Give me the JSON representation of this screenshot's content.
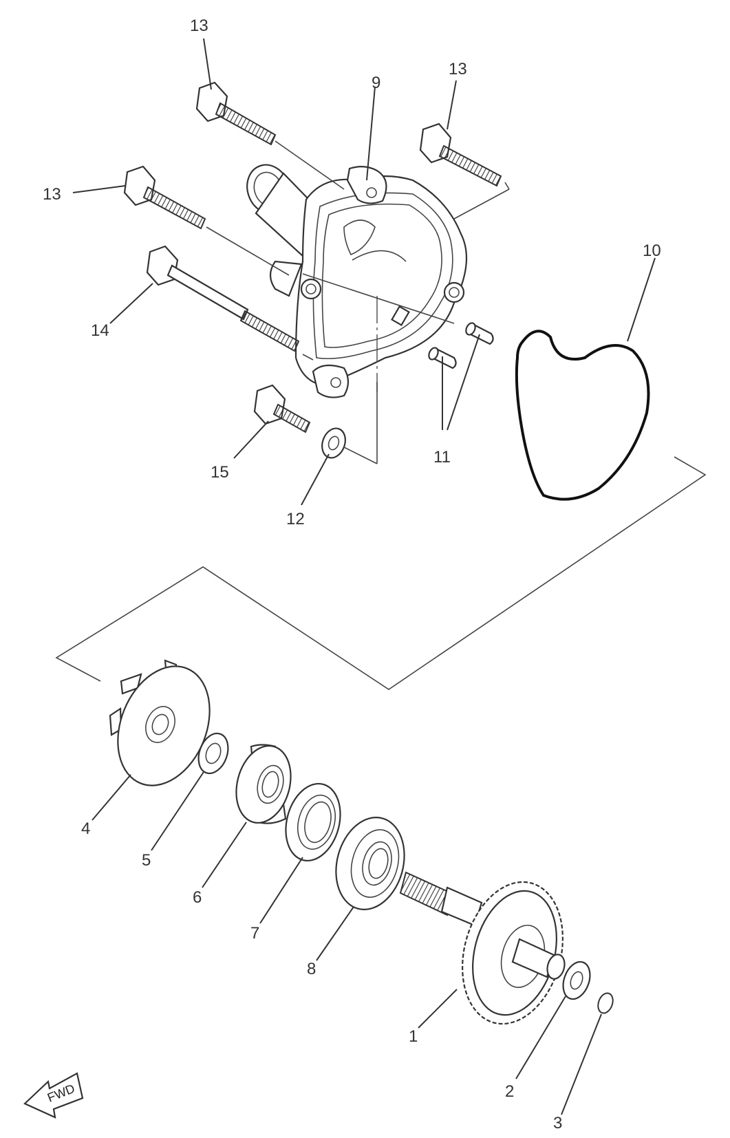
{
  "diagram": {
    "labels": {
      "p1": "1",
      "p2": "2",
      "p3": "3",
      "p4": "4",
      "p5": "5",
      "p6": "6",
      "p7": "7",
      "p8": "8",
      "p9": "9",
      "p10": "10",
      "p11": "11",
      "p12": "12",
      "p13a": "13",
      "p13b": "13",
      "p13c": "13",
      "p14": "14",
      "p15": "15"
    },
    "fwd_arrow": "FWD"
  }
}
